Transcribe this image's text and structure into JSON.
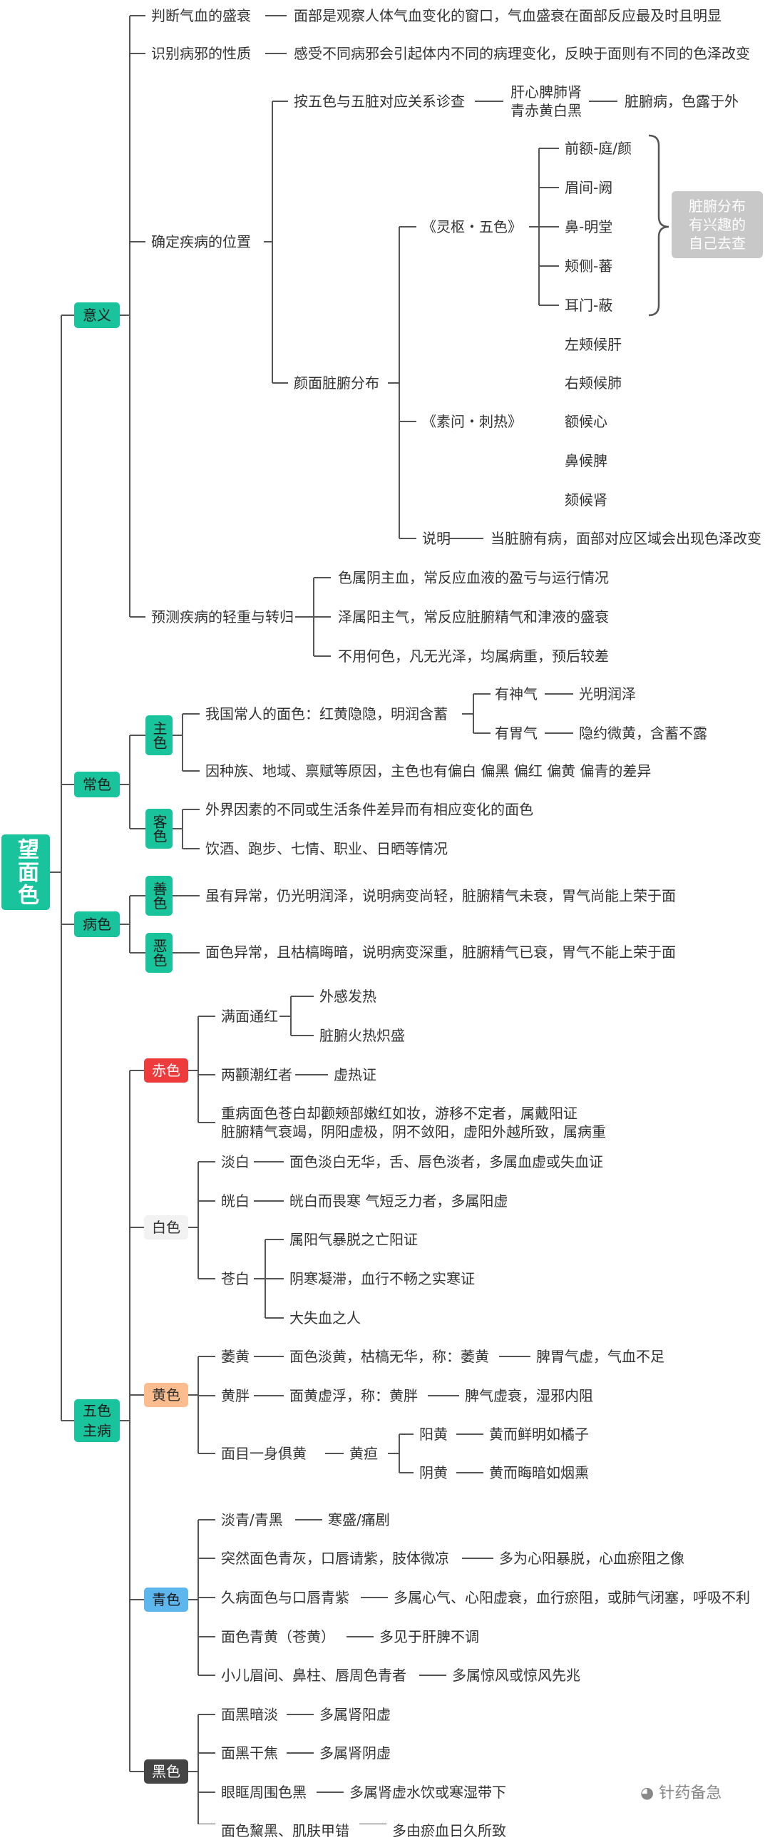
{
  "root": "望面色",
  "yiyi": {
    "label": "意义",
    "n1": "判断气血的盛衰",
    "n1d": "面部是观察人体气血变化的窗口，气血盛衰在面部反应最及时且明显",
    "n2": "识别病邪的性质",
    "n2d": "感受不同病邪会引起体内不同的病理变化，反映于面则有不同的色泽改变",
    "n3": "确定疾病的位置",
    "n3a": "按五色与五脏对应关系诊查",
    "n3a1": "肝心脾肺肾",
    "n3a2": "青赤黄白黑",
    "n3a3": "脏腑病，色露于外",
    "n3b": "颜面脏腑分布",
    "lingshu": "《灵枢・五色》",
    "ls": [
      "前额-庭/颜",
      "眉间-阙",
      "鼻-明堂",
      "颊侧-蕃",
      "耳门-蔽"
    ],
    "note": [
      "脏腑分布",
      "有兴趣的",
      "自己去查"
    ],
    "suwen": "《素问・刺热》",
    "sw": [
      "左颊候肝",
      "右颊候肺",
      "额候心",
      "鼻候脾",
      "颏候肾"
    ],
    "shuoming": "说明",
    "shuomingd": "当脏腑有病，面部对应区域会出现色泽改变",
    "n4": "预测疾病的轻重与转归",
    "n4d": [
      "色属阴主血，常反应血液的盈亏与运行情况",
      "泽属阳主气，常反应脏腑精气和津液的盛衰",
      "不用何色，凡无光泽，均属病重，预后较差"
    ]
  },
  "changse": {
    "label": "常色",
    "zhu": "主色",
    "zhu1": "我国常人的面色：红黄隐隐，明润含蓄",
    "shen": "有神气",
    "shend": "光明润泽",
    "wei": "有胃气",
    "weid": "隐约微黄，含蓄不露",
    "zhu2": "因种族、地域、禀赋等原因，主色也有偏白 偏黑 偏红 偏黄 偏青的差异",
    "ke": "客色",
    "ke1": "外界因素的不同或生活条件差异而有相应变化的面色",
    "ke2": "饮酒、跑步、七情、职业、日晒等情况"
  },
  "bingse": {
    "label": "病色",
    "shan": "善色",
    "shand": "虽有异常，仍光明润泽，说明病变尚轻，脏腑精气未衰，胃气尚能上荣于面",
    "e": "恶色",
    "ed": "面色异常，且枯槁晦暗，说明病变深重，脏腑精气已衰，胃气不能上荣于面"
  },
  "wuse": {
    "label": "五色主病",
    "chi": "赤色",
    "chi1": "满面通红",
    "chi1a": "外感发热",
    "chi1b": "脏腑火热炽盛",
    "chi2": "两颧潮红者",
    "chi2a": "虚热证",
    "chi3a": "重病面色苍白却颧颊部嫩红如妆，游移不定者，属戴阳证",
    "chi3b": "脏腑精气衰竭，阴阳虚极，阴不敛阳，虚阳外越所致，属病重",
    "bai": "白色",
    "bai1": "淡白",
    "bai1d": "面色淡白无华，舌、唇色淡者，多属血虚或失血证",
    "bai2": "㿠白",
    "bai2d": "㿠白而畏寒 气短乏力者，多属阳虚",
    "bai3": "苍白",
    "bai3d": [
      "属阳气暴脱之亡阳证",
      "阴寒凝滞，血行不畅之实寒证",
      "大失血之人"
    ],
    "huang": "黄色",
    "h1": "萎黄",
    "h1d": "面色淡黄，枯槁无华，称：萎黄",
    "h1e": "脾胃气虚，气血不足",
    "h2": "黄胖",
    "h2d": "面黄虚浮，称：黄胖",
    "h2e": "脾气虚衰，湿邪内阻",
    "h3": "面目一身俱黄",
    "h3d": "黄疸",
    "yang": "阳黄",
    "yangd": "黄而鲜明如橘子",
    "yin": "阴黄",
    "yind": "黄而晦暗如烟熏",
    "qing": "青色",
    "q1": "淡青/青黑",
    "q1d": "寒盛/痛剧",
    "q2": "突然面色青灰，口唇请紫，肢体微凉",
    "q2d": "多为心阳暴脱，心血瘀阻之像",
    "q3": "久病面色与口唇青紫",
    "q3d": "多属心气、心阳虚衰，血行瘀阻，或肺气闭塞，呼吸不利",
    "q4": "面色青黄（苍黄）",
    "q4d": "多见于肝脾不调",
    "q5": "小儿眉间、鼻柱、唇周色青者",
    "q5d": "多属惊风或惊风先兆",
    "hei": "黑色",
    "k1": "面黑暗淡",
    "k1d": "多属肾阳虚",
    "k2": "面黑干焦",
    "k2d": "多属肾阴虚",
    "k3": "眼眶周围色黑",
    "k3d": "多属肾虚水饮或寒湿带下",
    "k4": "面色黧黑、肌肤甲错",
    "k4d": "多由瘀血日久所致"
  },
  "watermark": "针药备急",
  "colors": {
    "teal": "#19c39c",
    "red": "#ee3b3b",
    "yellow": "#fbbd8e",
    "blue": "#5eb6ee",
    "black": "#444444",
    "line": "#555555"
  }
}
